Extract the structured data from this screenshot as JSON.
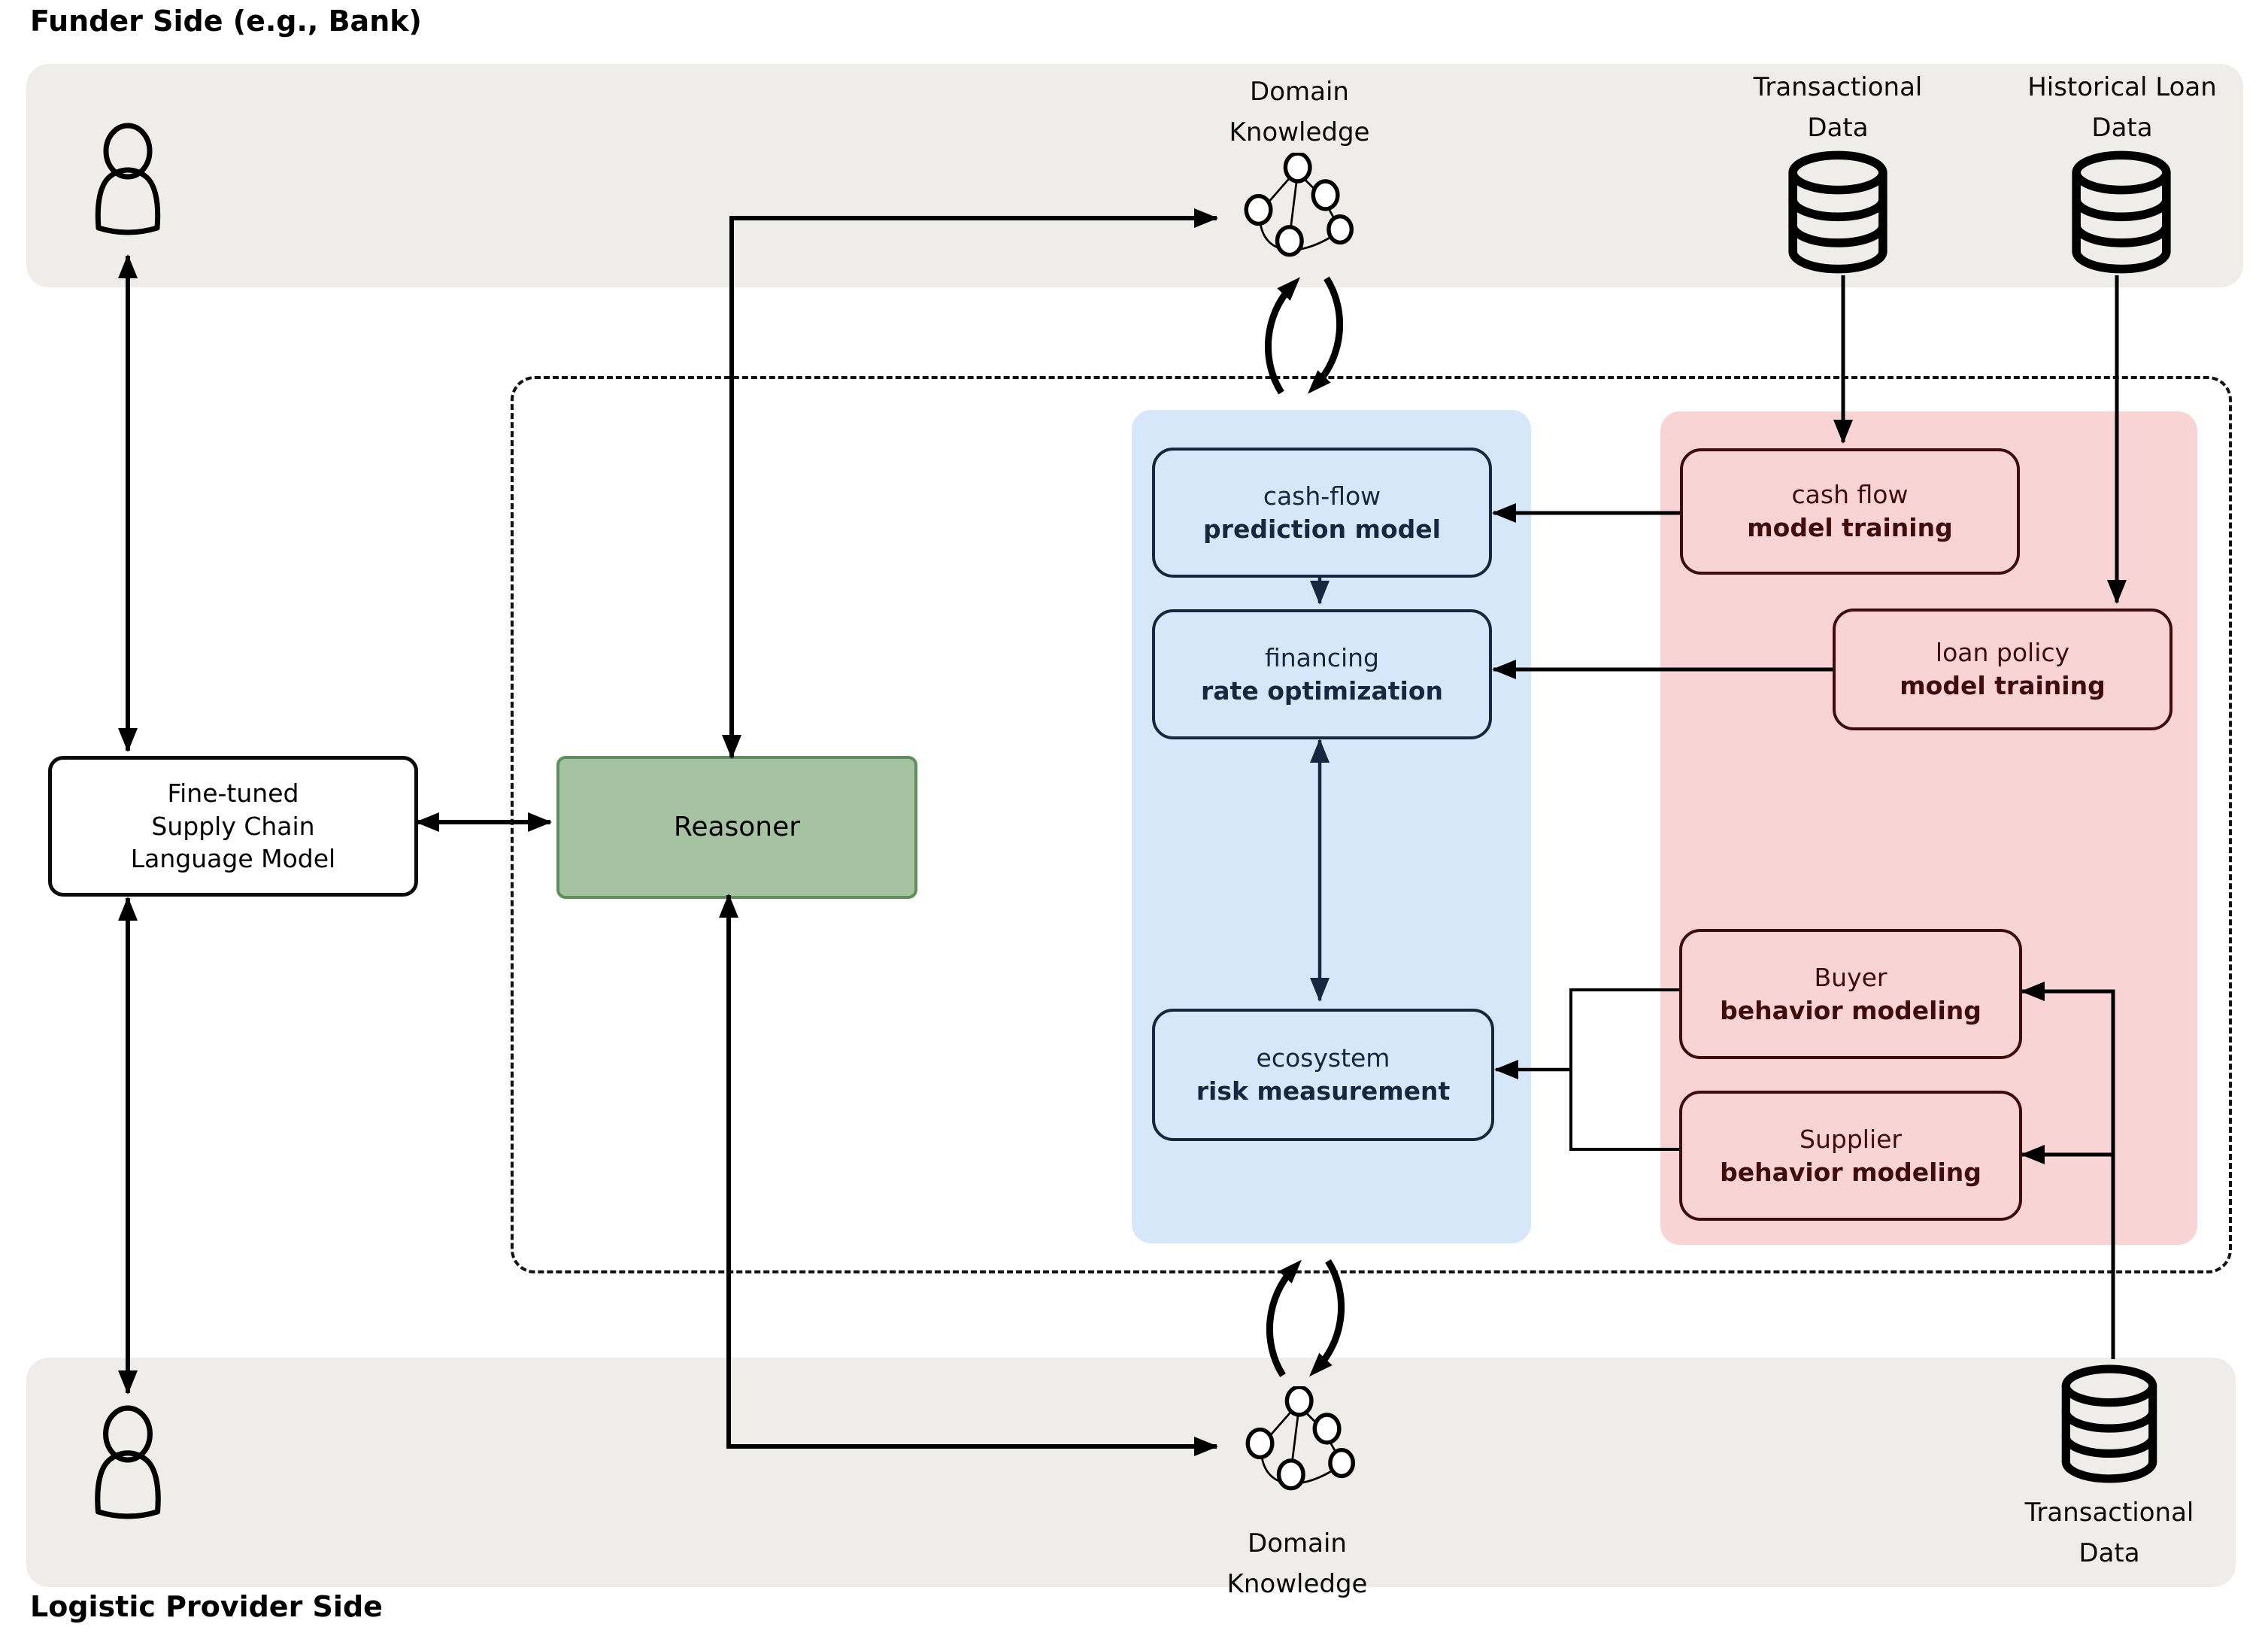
{
  "titles": {
    "funder_side": "Funder Side (e.g., Bank)",
    "logistic_side": "Logistic Provider Side"
  },
  "knowledge_top": {
    "line1": "Domain",
    "line2": "Knowledge"
  },
  "knowledge_bottom": {
    "line1": "Domain",
    "line2": "Knowledge"
  },
  "databases": {
    "transactional_top": {
      "line1": "Transactional",
      "line2": "Data"
    },
    "historical_loan": {
      "line1": "Historical Loan",
      "line2": "Data"
    },
    "transactional_bottom": {
      "line1": "Transactional",
      "line2": "Data"
    }
  },
  "llm_box": {
    "line1": "Fine-tuned",
    "line2": "Supply Chain",
    "line3": "Language Model"
  },
  "reasoner": {
    "label": "Reasoner"
  },
  "blue_panel": {
    "boxes": [
      {
        "line1": "cash-flow",
        "line2": "prediction model"
      },
      {
        "line1": "financing",
        "line2": "rate optimization"
      },
      {
        "line1": "ecosystem",
        "line2": "risk measurement"
      }
    ]
  },
  "red_panel": {
    "boxes": [
      {
        "line1": "cash flow",
        "line2": "model training"
      },
      {
        "line1": "loan policy",
        "line2": "model training"
      },
      {
        "line1": "Buyer",
        "line2": "behavior modeling"
      },
      {
        "line1": "Supplier",
        "line2": "behavior modeling"
      }
    ]
  },
  "colors": {
    "band_gray": "#eeedea",
    "panel_blue": "#d6e7fa",
    "panel_pink": "#f9d4d4",
    "navy": "#17273f",
    "maroon": "#400d0c",
    "reasoner_green": "#a5c3a1",
    "reasoner_border": "#5f8f5d"
  }
}
